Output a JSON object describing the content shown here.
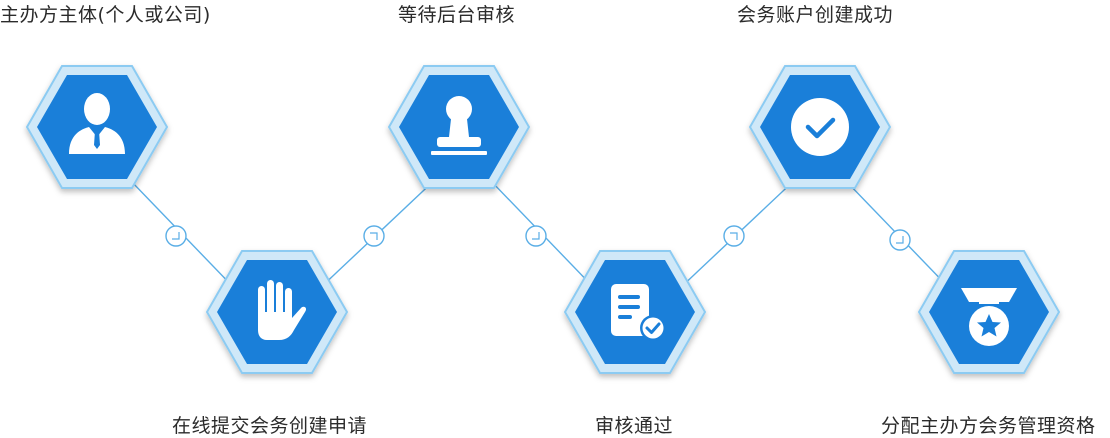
{
  "steps": [
    {
      "label": "主办方主体(个人或公司)",
      "icon": "user-icon"
    },
    {
      "label": "在线提交会务创建申请",
      "icon": "hand-icon"
    },
    {
      "label": "等待后台审核",
      "icon": "stamp-icon"
    },
    {
      "label": "审核通过",
      "icon": "document-check-icon"
    },
    {
      "label": "会务账户创建成功",
      "icon": "checkmark-circle-icon"
    },
    {
      "label": "分配主办方会务管理资格",
      "icon": "medal-icon"
    }
  ],
  "colors": {
    "hex_fill": "#1a7fd9",
    "hex_border": "#7cc4f0",
    "connector": "#5aaee6"
  }
}
